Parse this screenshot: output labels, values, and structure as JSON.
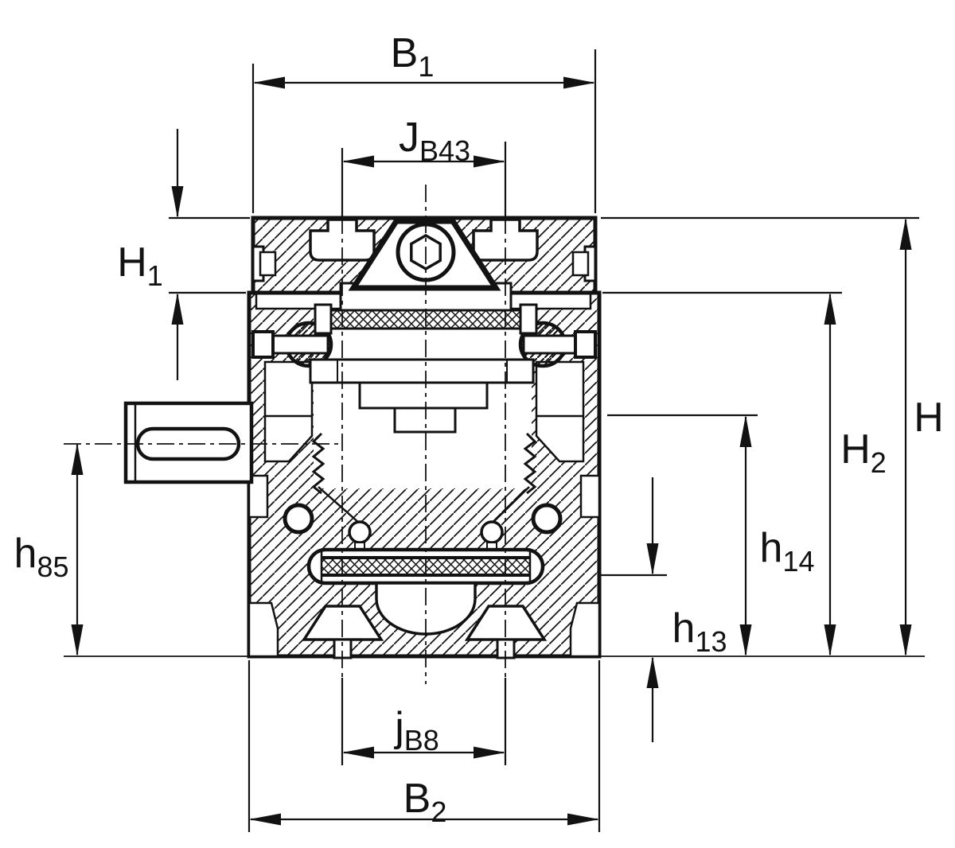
{
  "drawing": {
    "type": "technical-cross-section",
    "description": "Sectional drawing of a driven linear unit with dimension callouts"
  },
  "colors": {
    "line": "#121212",
    "background": "#ffffff"
  },
  "dims": {
    "b1": {
      "main": "B",
      "sub": "1"
    },
    "jb43": {
      "main": "J",
      "sub": "B43"
    },
    "h1": {
      "main": "H",
      "sub": "1"
    },
    "h85": {
      "main": "h",
      "sub": "85"
    },
    "jb8": {
      "main": "j",
      "sub": "B8"
    },
    "b2": {
      "main": "B",
      "sub": "2"
    },
    "h13": {
      "main": "h",
      "sub": "13"
    },
    "h14": {
      "main": "h",
      "sub": "14"
    },
    "h2": {
      "main": "H",
      "sub": "2"
    },
    "h": {
      "main": "H",
      "sub": ""
    }
  }
}
